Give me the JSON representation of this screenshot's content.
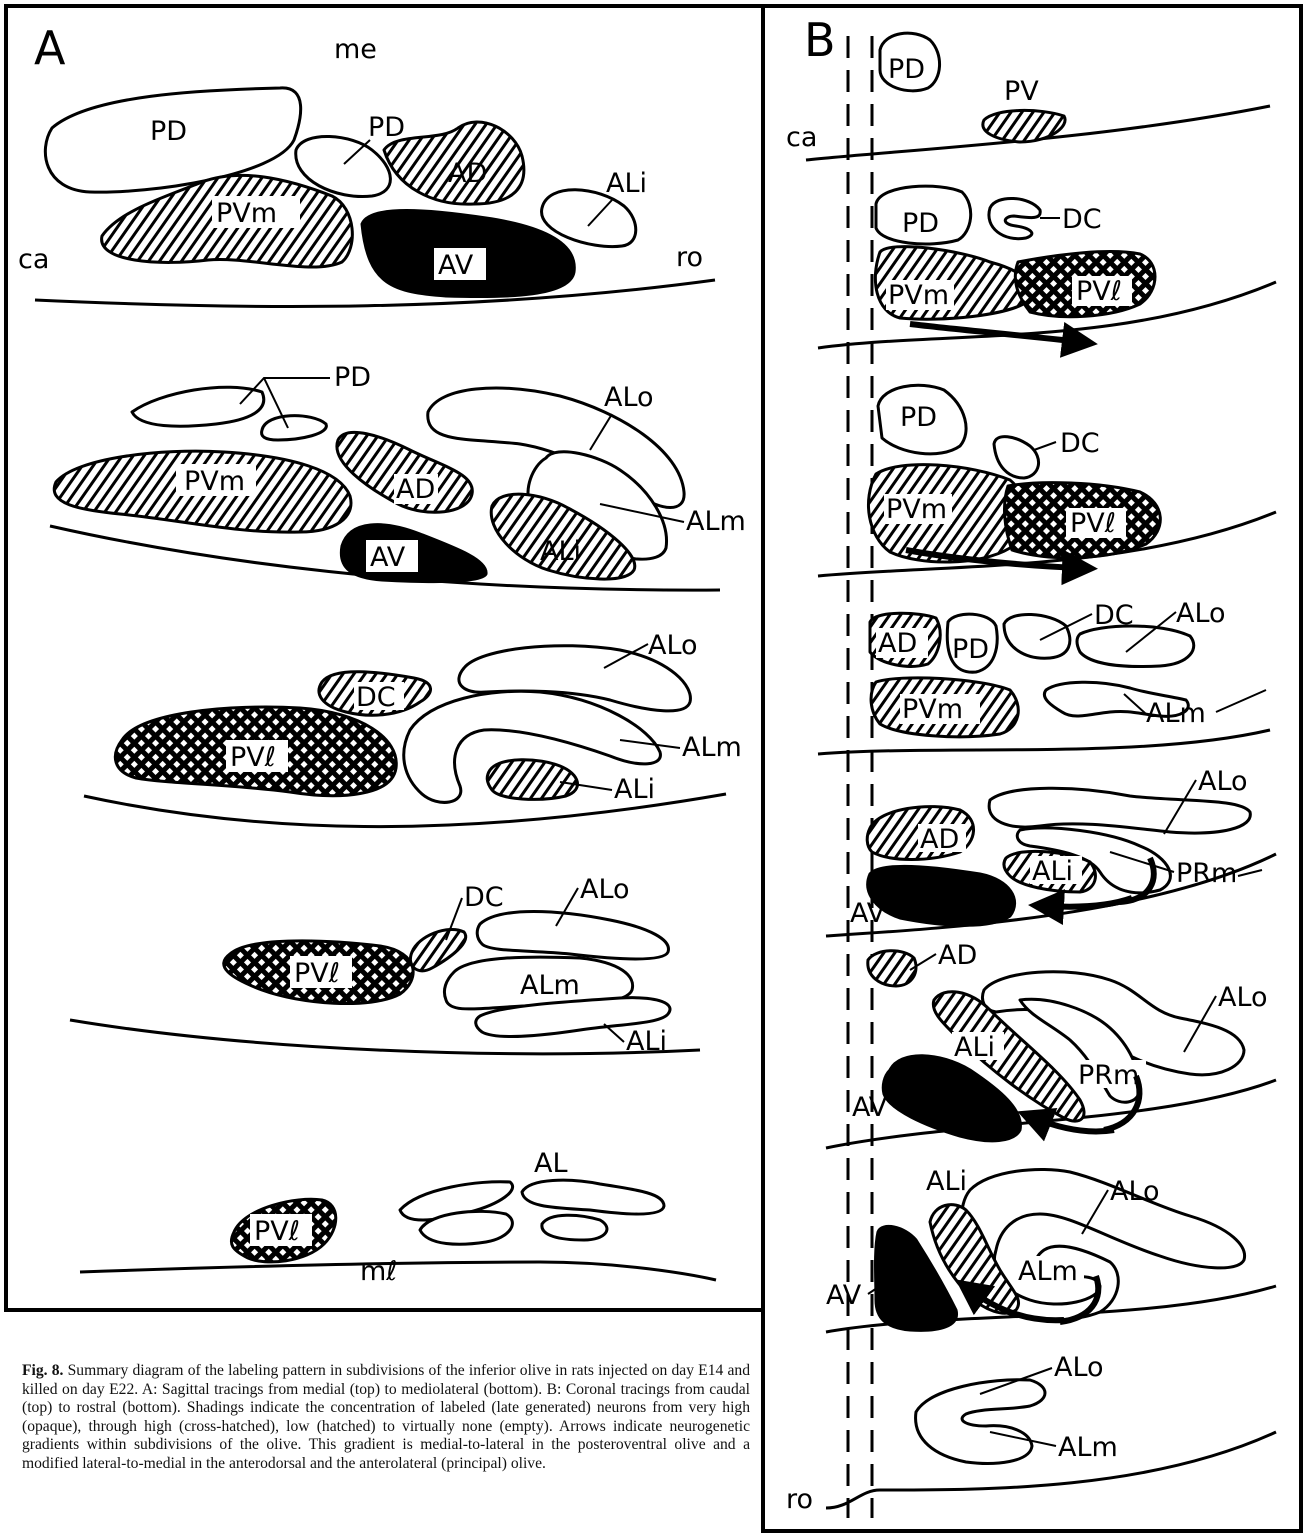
{
  "panel_a": {
    "letter": "A",
    "orientation": {
      "top": "me",
      "left": "ca",
      "right": "ro",
      "bottom": "mℓ"
    },
    "section_1": {
      "pd_a": "PD",
      "pd_b": "PD",
      "ad": "AD",
      "ali": "ALi",
      "pvm": "PVm",
      "av": "AV"
    },
    "section_2": {
      "pd": "PD",
      "alo": "ALo",
      "pvm": "PVm",
      "ad": "AD",
      "alm": "ALm",
      "av": "AV",
      "ali": "ALi"
    },
    "section_3": {
      "alo": "ALo",
      "dc": "DC",
      "alm": "ALm",
      "pvl": "PVℓ",
      "ali": "ALi"
    },
    "section_4": {
      "dc": "DC",
      "alo": "ALo",
      "pvl": "PVℓ",
      "alm": "ALm",
      "ali": "ALi"
    },
    "section_5": {
      "al": "AL",
      "pvl": "PVℓ"
    }
  },
  "panel_b": {
    "letter": "B",
    "orientation": {
      "top": "ca",
      "bottom": "ro"
    },
    "section_1": {
      "pd": "PD",
      "pv": "PV"
    },
    "section_2": {
      "pd": "PD",
      "dc": "DC",
      "pvm": "PVm",
      "pvl": "PVℓ"
    },
    "section_3": {
      "pd": "PD",
      "dc": "DC",
      "pvm": "PVm",
      "pvl": "PVℓ"
    },
    "section_4": {
      "dc": "DC",
      "alo": "ALo",
      "ad": "AD",
      "pd": "PD",
      "pvm": "PVm",
      "alm": "ALm"
    },
    "section_5": {
      "alo": "ALo",
      "ad": "AD",
      "ali": "ALi",
      "prm": "PRm",
      "av": "AV"
    },
    "section_6": {
      "ad": "AD",
      "alo": "ALo",
      "ali": "ALi",
      "prm": "PRm",
      "av": "AV"
    },
    "section_7": {
      "ali": "ALi",
      "alo": "ALo",
      "alm": "ALm",
      "av": "AV"
    },
    "section_8": {
      "alo": "ALo",
      "alm": "ALm"
    }
  },
  "shading_legend": {
    "very_high": "opaque",
    "high": "cross-hatched",
    "low": "hatched",
    "virtually_none": "empty"
  },
  "caption": {
    "fig_label": "Fig. 8.",
    "text": "Summary diagram of the labeling pattern in subdivisions of the inferior olive in rats injected on day E14 and killed on day E22. A: Sagittal tracings from medial (top) to mediolateral (bottom). B: Coronal tracings from caudal (top) to rostral (bottom). Shadings indicate the concentration of labeled (late generated) neurons from very high (opaque), through high (cross-hatched), low (hatched) to virtually none (empty). Arrows indicate neurogenetic gradients within subdivisions of the olive. This gradient is medial-to-lateral in the posteroventral olive and a modified lateral-to-medial in the anterodorsal and the anterolateral (principal) olive."
  }
}
